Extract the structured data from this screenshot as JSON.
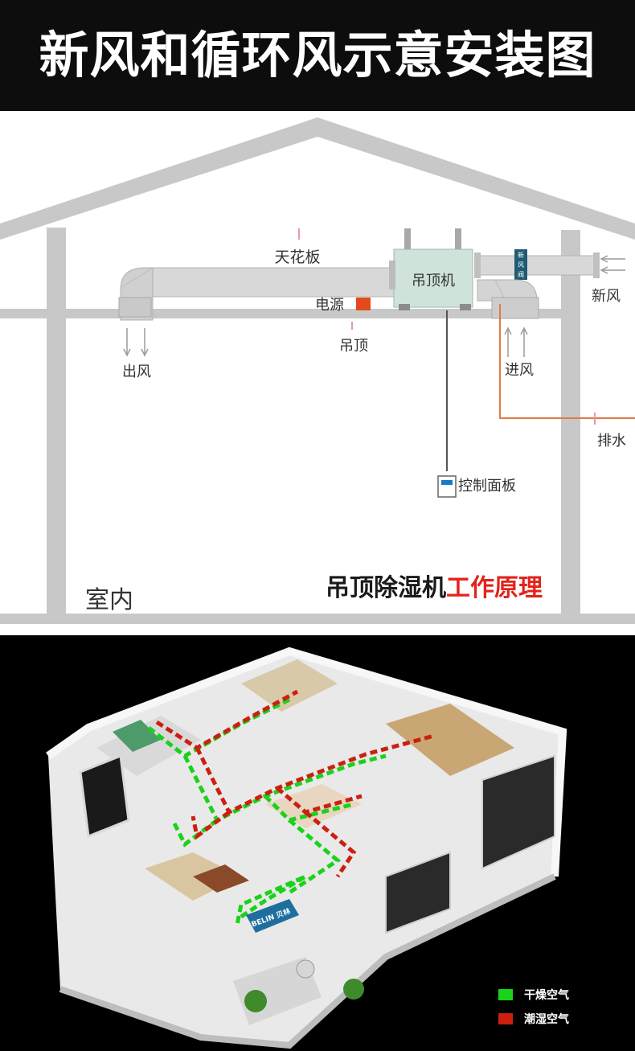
{
  "header": {
    "title": "新风和循环风示意安装图"
  },
  "install_diagram": {
    "ceiling_label": "天花板",
    "unit_label": "吊顶机",
    "valve_label": "新风阀",
    "power_label": "电源",
    "suspended_ceiling_label": "吊顶",
    "outlet_label": "出风",
    "intake_label": "进风",
    "fresh_air_label": "新风",
    "drain_label": "排水",
    "panel_label": "控制面板",
    "indoor_label": "室内",
    "caption_black": "吊顶除湿机",
    "caption_red": "工作原理",
    "colors": {
      "wall": "#c8c8c8",
      "duct": "#d6d6d6",
      "unit": "#cfe3da",
      "drain_line": "#e07a45",
      "caption_red": "#e3231b",
      "power": "#e24a1c",
      "valve": "#1f5c73"
    }
  },
  "scene": {
    "brand_label": "BELIN 贝林",
    "legend": [
      {
        "label": "干燥空气",
        "color": "#19d219"
      },
      {
        "label": "潮湿空气",
        "color": "#cc1f10"
      }
    ]
  }
}
